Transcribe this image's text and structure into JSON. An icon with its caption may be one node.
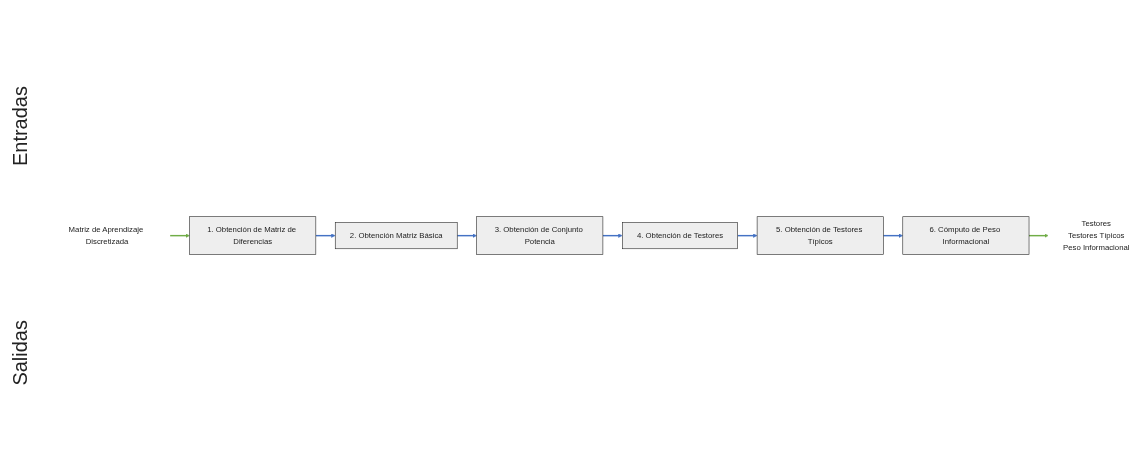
{
  "diagram": {
    "nodes": [
      {
        "text": [
          "Matriz de Aprendizaje Discretizada"
        ]
      },
      {
        "text": [
          "1. Obtención de Matriz de Diferencias"
        ]
      },
      {
        "text": [
          "2. Obtención Matriz Básica"
        ]
      },
      {
        "text": [
          "3. Obtención de Conjunto Potencia"
        ]
      },
      {
        "text": [
          "4. Obtención de Testores"
        ]
      },
      {
        "text": [
          "5. Obtención de Testores Típicos"
        ]
      },
      {
        "text": [
          "6. Cómputo de Peso Informacional"
        ]
      },
      {
        "text": [
          "Testores",
          "Testores Típicos",
          "Peso Informacional"
        ]
      }
    ],
    "edges": [
      {
        "from": 0,
        "to": 1,
        "arrow": "to",
        "color": "#70ad47"
      },
      {
        "from": 1,
        "to": 2,
        "arrow": "to"
      },
      {
        "from": 2,
        "to": 3,
        "arrow": "to"
      },
      {
        "from": 3,
        "to": 4,
        "arrow": "to"
      },
      {
        "from": 4,
        "to": 5,
        "arrow": "to"
      },
      {
        "from": 5,
        "to": 6,
        "arrow": "to"
      },
      {
        "from": 6,
        "to": 7,
        "arrow": "to",
        "color": "#70ad47"
      }
    ],
    "labels": [
      "Entradas",
      "Salidas"
    ]
  }
}
